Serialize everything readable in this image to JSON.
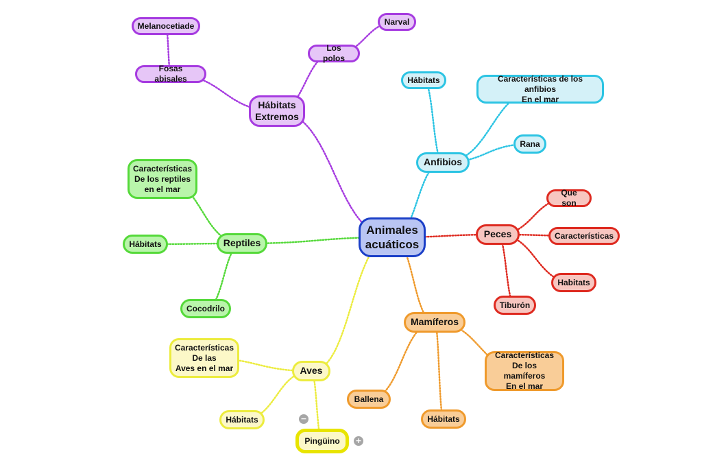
{
  "colors": {
    "purple": "#a63be0",
    "cyan": "#2cc4e3",
    "red": "#de2a20",
    "orange": "#ef9a2c",
    "yellow": "#ecec3e",
    "green": "#55d93a",
    "blue": "#1b3fc7"
  },
  "center": "Animales\nacuáticos",
  "branches": {
    "habitats_extremos": {
      "label": "Hábitats\nExtremos",
      "children": {
        "fosas": "Fosas abisales",
        "melanocetiade": "Melanocetiade",
        "polos": "Los polos",
        "narval": "Narval"
      }
    },
    "anfibios": {
      "label": "Anfibios",
      "children": {
        "habitats": "Hábitats",
        "caracteristicas": "Características de los anfibios\nEn el mar",
        "rana": "Rana"
      }
    },
    "peces": {
      "label": "Peces",
      "children": {
        "que_son": "Que son",
        "caracteristicas": "Características",
        "habitats": "Habitats",
        "tiburon": "Tiburón"
      }
    },
    "mamiferos": {
      "label": "Mamíferos",
      "children": {
        "caracteristicas": "Características\nDe los mamíferos\nEn el mar",
        "ballena": "Ballena",
        "habitats": "Hábitats"
      }
    },
    "aves": {
      "label": "Aves",
      "children": {
        "caracteristicas": "Características\nDe las\nAves en el mar",
        "habitats": "Hábitats",
        "pinguino": "Pingüino"
      }
    },
    "reptiles": {
      "label": "Reptiles",
      "children": {
        "caracteristicas": "Características\nDe los reptiles\nen el mar",
        "habitats": "Hábitats",
        "cocodrilo": "Cocodrilo"
      }
    }
  },
  "controls": {
    "collapse_icon": "minus-icon",
    "expand_icon": "plus-icon"
  }
}
